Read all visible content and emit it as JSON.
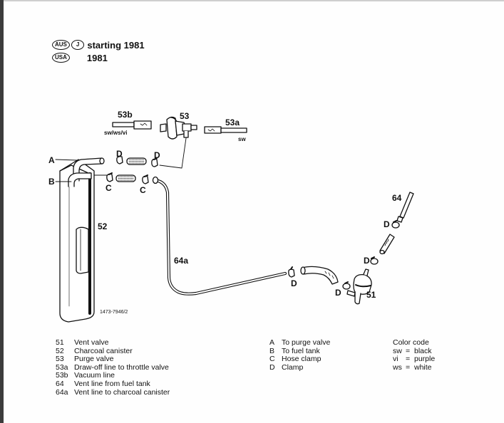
{
  "header": {
    "rows": [
      {
        "markets": [
          "AUS",
          "J"
        ],
        "text": "starting 1981"
      },
      {
        "markets": [
          "USA"
        ],
        "text": "1981"
      }
    ]
  },
  "diagram": {
    "callouts": {
      "p53b": "53b",
      "p53": "53",
      "p53a": "53a",
      "sw_ws_vi": "sw/ws/vi",
      "sw": "sw",
      "A": "A",
      "B": "B",
      "C1": "C",
      "C2": "C",
      "D1": "D",
      "D2": "D",
      "D3": "D",
      "D4": "D",
      "D5": "D",
      "D6": "D",
      "p52": "52",
      "p64a": "64a",
      "p64": "64",
      "p51": "51",
      "figure_number": "1473-7946/2"
    }
  },
  "legend": {
    "parts": [
      {
        "key": "51",
        "desc": "Vent valve"
      },
      {
        "key": "52",
        "desc": "Charcoal canister"
      },
      {
        "key": "53",
        "desc": "Purge valve"
      },
      {
        "key": "53a",
        "desc": "Draw-off line to throttle valve"
      },
      {
        "key": "53b",
        "desc": "Vacuum line"
      },
      {
        "key": "64",
        "desc": "Vent line from fuel tank"
      },
      {
        "key": "64a",
        "desc": "Vent line to charcoal canister"
      }
    ],
    "letters": [
      {
        "key": "A",
        "desc": "To purge valve"
      },
      {
        "key": "B",
        "desc": "To fuel tank"
      },
      {
        "key": "C",
        "desc": "Hose clamp"
      },
      {
        "key": "D",
        "desc": "Clamp"
      }
    ],
    "color_code": {
      "title": "Color code",
      "entries": [
        {
          "key": "sw",
          "value": "black"
        },
        {
          "key": "vi",
          "value": "purple"
        },
        {
          "key": "ws",
          "value": "white"
        }
      ]
    }
  }
}
